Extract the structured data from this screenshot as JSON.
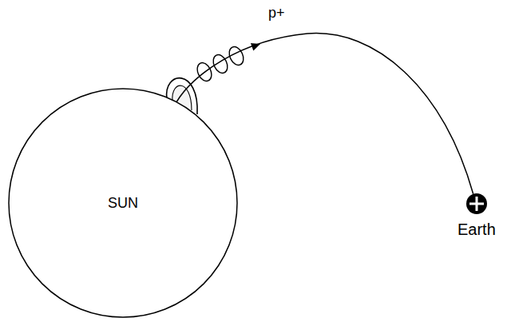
{
  "diagram": {
    "nodes": [
      {
        "text": [
          "SUN"
        ]
      },
      {
        "text": [
          "Earth"
        ]
      }
    ],
    "edges": [
      {
        "from": 0,
        "to": 1,
        "arrow": "to"
      }
    ],
    "labels": [
      "p+"
    ]
  }
}
